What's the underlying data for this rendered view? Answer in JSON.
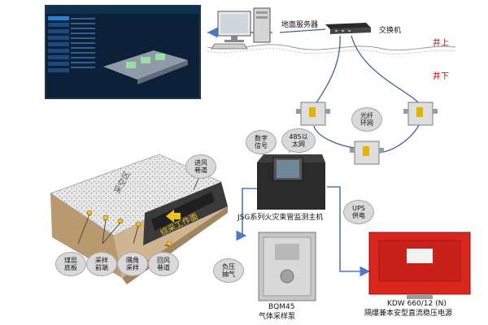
{
  "labels": {
    "ground_server": "地面服务器",
    "switch": "交换机",
    "above_ground": "井上",
    "below_ground": "井下",
    "fiber_ring": [
      "光纤",
      "环网"
    ],
    "digital_signal": [
      "数字",
      "信号"
    ],
    "ethernet_485": [
      "485以",
      "太网"
    ],
    "intake_roadway": [
      "进风",
      "巷道"
    ],
    "face_text": "综采工作面",
    "goaf_text": "采空区",
    "host": "JSG系列火灾束管监测主机",
    "ups_power": [
      "UPS",
      "供电"
    ],
    "power_model": "KDW 660/12 (N)",
    "power_name": "隔爆兼本安型直流稳压电源",
    "negative_pressure": [
      "负压",
      "抽气"
    ],
    "pump_model": "BQM45",
    "pump_name": "气体采样泵",
    "coal_floor": [
      "煤层",
      "底板"
    ],
    "sample_front": [
      "采样",
      "前端"
    ],
    "corner_sample": [
      "隅角",
      "采样"
    ],
    "return_roadway": [
      "回风",
      "巷道"
    ]
  },
  "colors": {
    "ground_line": "#d10000",
    "cable": "#3c5fa0",
    "arrow": "#4a79c9",
    "signal": "#e3b300",
    "power_case": "#d8261d",
    "bubble": "#d9d9d9"
  },
  "icons": [
    "computer-icon",
    "network-switch-icon",
    "junction-box-icon",
    "monitoring-host-icon",
    "power-supply-icon",
    "sampling-pump-icon"
  ]
}
